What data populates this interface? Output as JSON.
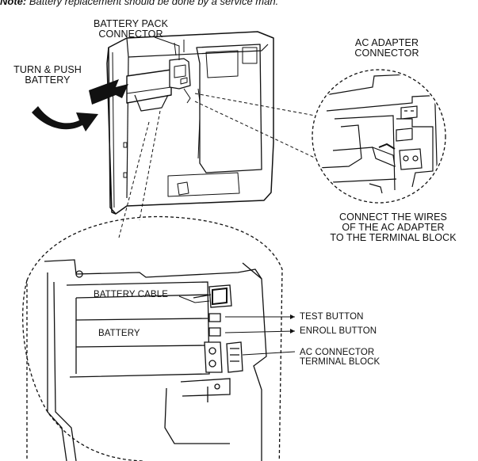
{
  "note": {
    "prefix": "Note:",
    "text": "Battery replacement should be done by a service man."
  },
  "labels": {
    "battery_pack_connector_line1": "BATTERY PACK",
    "battery_pack_connector_line2": "CONNECTOR",
    "ac_adapter_connector_line1": "AC ADAPTER",
    "ac_adapter_connector_line2": "CONNECTOR",
    "turn_push_line1": "TURN & PUSH",
    "turn_push_line2": "BATTERY",
    "connect_wires_line1": "CONNECT THE WIRES",
    "connect_wires_line2": "OF THE AC ADAPTER",
    "connect_wires_line3": "TO THE TERMINAL BLOCK",
    "battery_cable": "BATTERY CABLE",
    "battery": "BATTERY",
    "test_button": "TEST BUTTON",
    "enroll_button": "ENROLL BUTTON",
    "ac_connector_line1": "AC CONNECTOR",
    "ac_connector_line2": "TERMINAL BLOCK"
  }
}
